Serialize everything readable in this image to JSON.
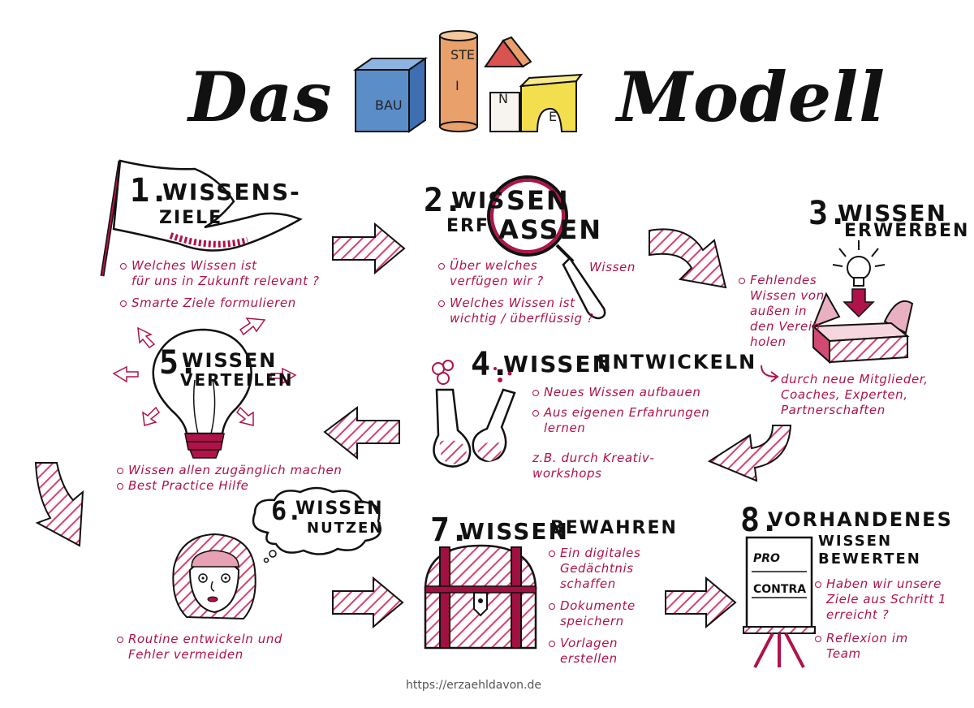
{
  "title": {
    "left": "Das",
    "right": "Modell",
    "blocks": [
      "BAU",
      "STE",
      "I",
      "N",
      "E"
    ]
  },
  "steps": {
    "s1": {
      "num": "1.",
      "head": "WISSENS-",
      "sub": "ZIELE",
      "notes": [
        "Welches Wissen ist",
        "für uns in Zukunft relevant ?",
        "Smarte Ziele formulieren"
      ]
    },
    "s2": {
      "num": "2.",
      "head": "WIS",
      "head2": "SEN",
      "sub": "ERF",
      "sub2": "ASSEN",
      "notes": [
        "Über welches",
        "verfügen wir ?",
        "Wissen",
        "Welches Wissen ist",
        "wichtig / überflüssig ?"
      ]
    },
    "s3": {
      "num": "3.",
      "head": "WISSEN",
      "sub": "ERWERBEN",
      "notes": [
        "Fehlendes",
        "Wissen von",
        "außen in",
        "den Verein",
        "holen",
        "durch neue Mitglieder,",
        "Coaches, Experten,",
        "Partnerschaften"
      ]
    },
    "s4": {
      "num": "4.",
      "head": "WISSEN",
      "sub": "ENTWICKELN",
      "notes": [
        "Neues Wissen aufbauen",
        "Aus eigenen Erfahrungen",
        "lernen",
        "z.B. durch Kreativ-",
        "workshops"
      ]
    },
    "s5": {
      "num": "5.",
      "head": "WISSEN",
      "sub": "VERTEILEN",
      "notes": [
        "Wissen allen zugänglich machen",
        "Best Practice Hilfe"
      ]
    },
    "s6": {
      "num": "6.",
      "head": "WISSEN",
      "sub": "NUTZEN",
      "notes": [
        "Routine entwickeln und",
        "Fehler vermeiden"
      ]
    },
    "s7": {
      "num": "7.",
      "head": "WISSEN",
      "sub": "BEWAHREN",
      "notes": [
        "Ein digitales",
        "Gedächtnis",
        "schaffen",
        "Dokumente",
        "speichern",
        "Vorlagen",
        "erstellen"
      ]
    },
    "s8": {
      "num": "8.",
      "head": "VORHANDENES",
      "sub": "WISSEN",
      "sub2": "BEWERTEN",
      "pro": "PRO",
      "contra": "CONTRA",
      "notes": [
        "Haben wir unsere",
        "Ziele aus Schritt 1",
        "erreicht ?",
        "Reflexion im",
        "Team"
      ]
    }
  },
  "footer": "https://erzaehldavon.de",
  "colors": {
    "accent": "#b0124a",
    "ink": "#111111",
    "block_blue": "#5b8ec9",
    "block_orange": "#e9a06a",
    "block_yellow": "#f3df4e",
    "block_red": "#d9534f"
  }
}
